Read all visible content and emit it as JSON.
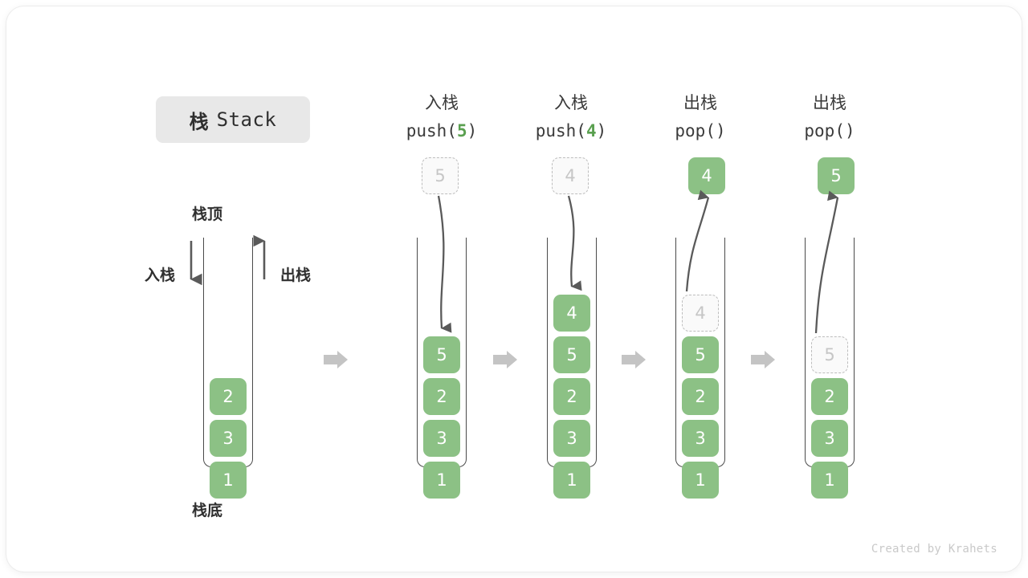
{
  "title": {
    "cn": "栈",
    "en": "Stack"
  },
  "labels": {
    "top": "栈顶",
    "bottom": "栈底",
    "push": "入栈",
    "pop": "出栈"
  },
  "footer": "Created by Krahets",
  "colors": {
    "cell_fill": "#8cc185",
    "cell_text": "#ffffff",
    "ghost_fill": "#fafafa",
    "ghost_border": "#bdbdbd",
    "ghost_text": "#c6c6c6",
    "tube_stroke": "#4a4a4a",
    "arrow_gray": "#c4c4c4",
    "motion_arrow": "#5a5a5a",
    "accent_green": "#5aa050",
    "title_chip_bg": "#e8e8e8",
    "text_dark": "#2f2f2f"
  },
  "steps": [
    {
      "id": "initial",
      "caption_cn": "",
      "caption_code": "",
      "caption_arg": "",
      "cells": [
        "2",
        "3",
        "1"
      ],
      "ghost_index": -1,
      "float_cell": null
    },
    {
      "id": "push-5",
      "caption_cn": "入栈",
      "caption_code_pre": "push(",
      "caption_arg": "5",
      "caption_code_post": ")",
      "cells": [
        "5",
        "2",
        "3",
        "1"
      ],
      "ghost_index": -1,
      "float_cell": {
        "value": "5",
        "style": "ghost"
      }
    },
    {
      "id": "push-4",
      "caption_cn": "入栈",
      "caption_code_pre": "push(",
      "caption_arg": "4",
      "caption_code_post": ")",
      "cells": [
        "4",
        "5",
        "2",
        "3",
        "1"
      ],
      "ghost_index": -1,
      "float_cell": {
        "value": "4",
        "style": "ghost"
      }
    },
    {
      "id": "pop-4",
      "caption_cn": "出栈",
      "caption_code_pre": "pop(",
      "caption_arg": "",
      "caption_code_post": ")",
      "cells": [
        "4",
        "5",
        "2",
        "3",
        "1"
      ],
      "ghost_index": 0,
      "float_cell": {
        "value": "4",
        "style": "filled"
      }
    },
    {
      "id": "pop-5",
      "caption_cn": "出栈",
      "caption_code_pre": "pop(",
      "caption_arg": "",
      "caption_code_post": ")",
      "cells": [
        "5",
        "2",
        "3",
        "1"
      ],
      "ghost_index": 0,
      "float_cell": {
        "value": "5",
        "style": "filled"
      }
    }
  ],
  "separators": 4
}
